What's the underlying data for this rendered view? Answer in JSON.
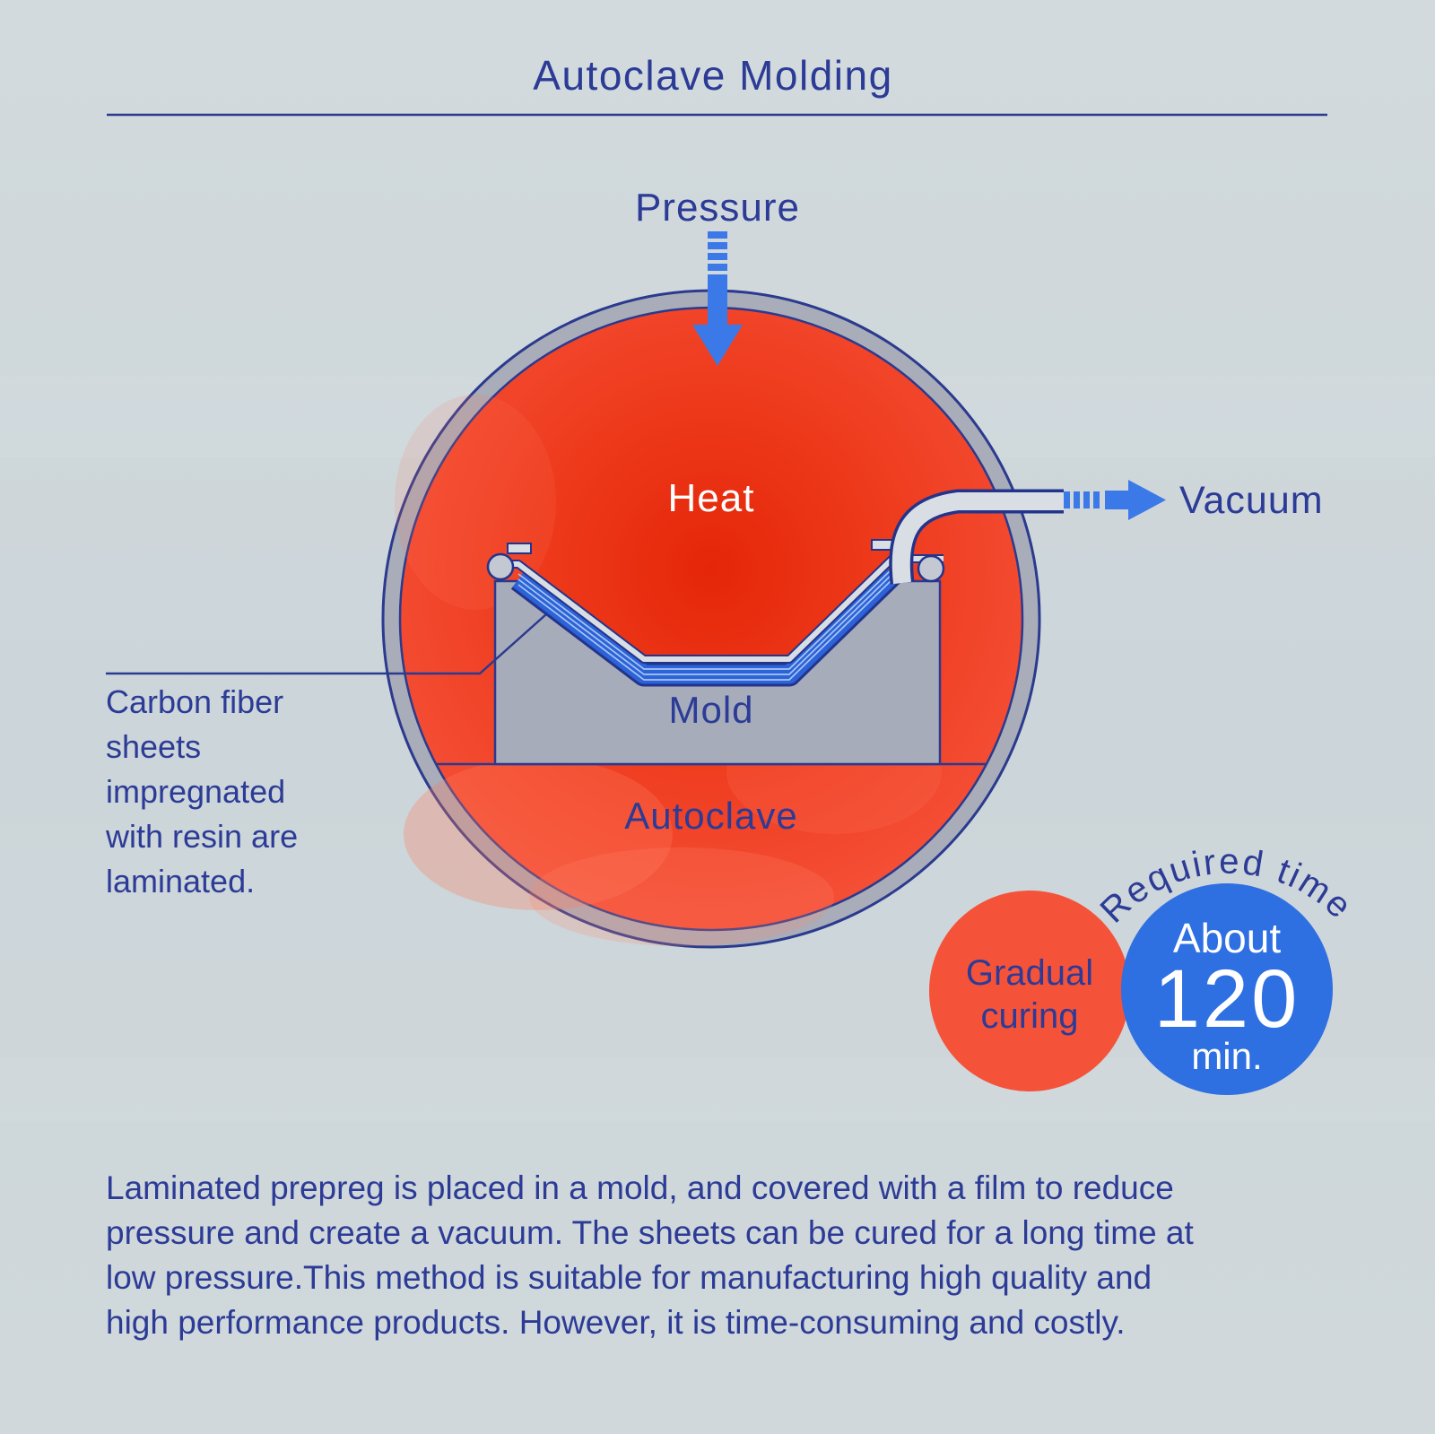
{
  "title": "Autoclave Molding",
  "diagram": {
    "pressure_label": "Pressure",
    "heat_label": "Heat",
    "mold_label": "Mold",
    "autoclave_label": "Autoclave",
    "vacuum_label": "Vacuum",
    "annotation_lines": [
      "Carbon fiber",
      "sheets",
      "impregnated",
      "with resin are",
      "laminated."
    ]
  },
  "badges": {
    "required_time_label": "Required time",
    "curing": {
      "line1": "Gradual",
      "line2": "curing"
    },
    "time": {
      "line1": "About",
      "line2": "120",
      "line3": "min."
    }
  },
  "paragraph_lines": [
    "Laminated prepreg is placed in a mold, and covered with a film to reduce",
    "pressure and create a vacuum. The sheets can be cured for a long time at",
    "low pressure.This method is suitable for manufacturing high quality and",
    "high performance products. However, it is time-consuming and costly."
  ],
  "colors": {
    "background": "#cfd7da",
    "navy": "#2c3b96",
    "outline_navy": "#2b3a8e",
    "arrow_blue": "#3b79e8",
    "laminate_blue": "#2c63d8",
    "red": "#f5523a",
    "red_core": "#e52608",
    "ring_gray": "#a8adb9",
    "mold_gray": "#a6acba",
    "film_gray": "#d9dee4",
    "badge_red": "#f5523a",
    "badge_blue": "#2e6fe2",
    "white": "#ffffff"
  }
}
